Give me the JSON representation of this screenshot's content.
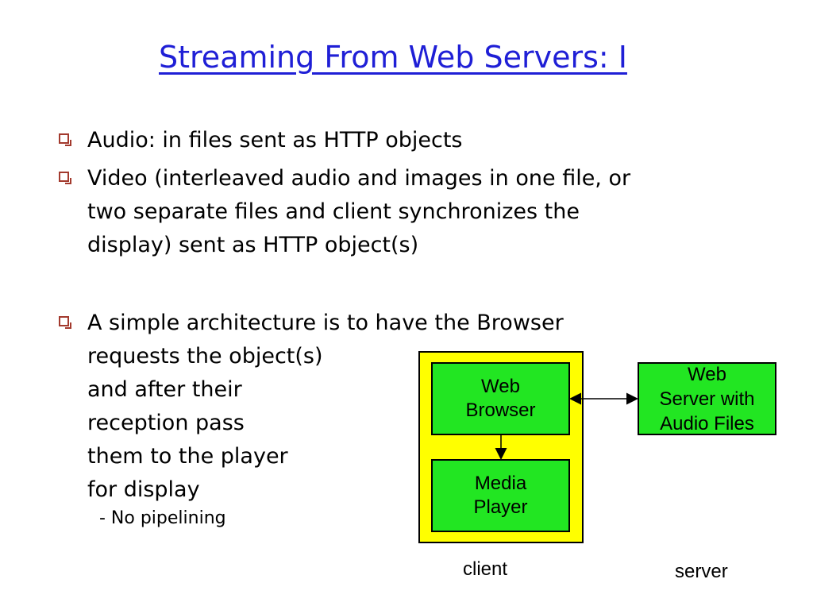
{
  "slide": {
    "title": "Streaming From Web Servers: I",
    "bullets": [
      {
        "lines": [
          "Audio: in files sent as HTTP objects"
        ]
      },
      {
        "lines": [
          "Video (interleaved audio and images in one file, or",
          "two separate files and client synchronizes the",
          "display) sent as HTTP object(s)"
        ]
      },
      {
        "lines": [
          "A simple architecture is to have the Browser",
          "requests the object(s)",
          "and after their",
          "reception pass",
          "them to the player",
          "for display"
        ]
      }
    ],
    "subitem": "- No pipelining"
  },
  "diagram": {
    "web_browser": [
      "Web",
      "Browser"
    ],
    "media_player": [
      "Media",
      "Player"
    ],
    "web_server": [
      "Web",
      "Server with",
      "Audio Files"
    ],
    "client_label": "client",
    "server_label": "server"
  },
  "colors": {
    "title": "#1f1fd6",
    "box_green": "#22e622",
    "client_yellow": "#ffff00",
    "bullet_mark": "#a33a2e"
  }
}
